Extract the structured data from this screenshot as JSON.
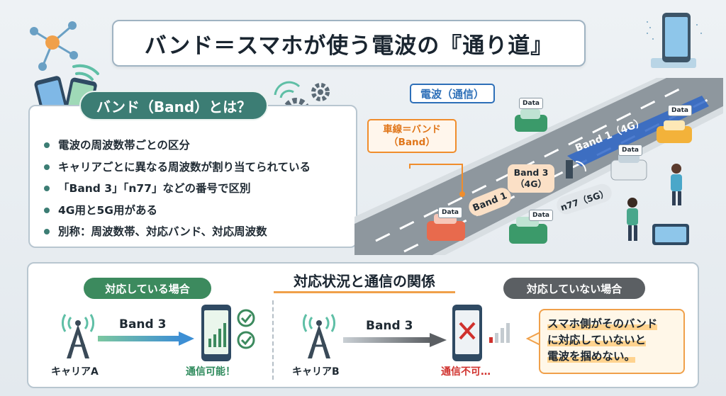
{
  "title": "バンド＝スマホが使う電波の『通り道』",
  "info": {
    "header": "バンド（Band）とは？",
    "items": [
      "電波の周波数帯ごとの区分",
      "キャリアごとに異なる周波数が割り当てられている",
      "「Band 3」「n77」などの番号で区別",
      "4G用と5G用がある",
      "別称：周波数帯、対応バンド、対応周波数"
    ]
  },
  "road": {
    "signal_label": "電波（通信）",
    "lane_label_line1": "車線＝バンド",
    "lane_label_line2": "（Band）",
    "data_tag": "Data",
    "bands": [
      {
        "line1": "Band 1",
        "line2": ""
      },
      {
        "line1": "Band 3",
        "line2": "（4G）"
      },
      {
        "line1": "n77（5G）",
        "line2": ""
      },
      {
        "line1": "Band 1（4G）",
        "line2": ""
      }
    ]
  },
  "relation": {
    "title": "対応状況と通信の関係",
    "supported": {
      "label": "対応している場合",
      "carrier": "キャリアA",
      "band": "Band 3",
      "result": "通信可能！"
    },
    "unsupported": {
      "label": "対応していない場合",
      "carrier": "キャリアB",
      "band": "Band 3",
      "result": "通信不可…",
      "note": [
        "スマホ側がそのバンド",
        "に対応していないと",
        "電波を掴めない。"
      ]
    }
  },
  "colors": {
    "teal": "#3c7d74",
    "orange": "#f08d2c",
    "blue": "#2d6fb8",
    "ok_green": "#3c8a5e",
    "ng_red": "#d0312d"
  }
}
